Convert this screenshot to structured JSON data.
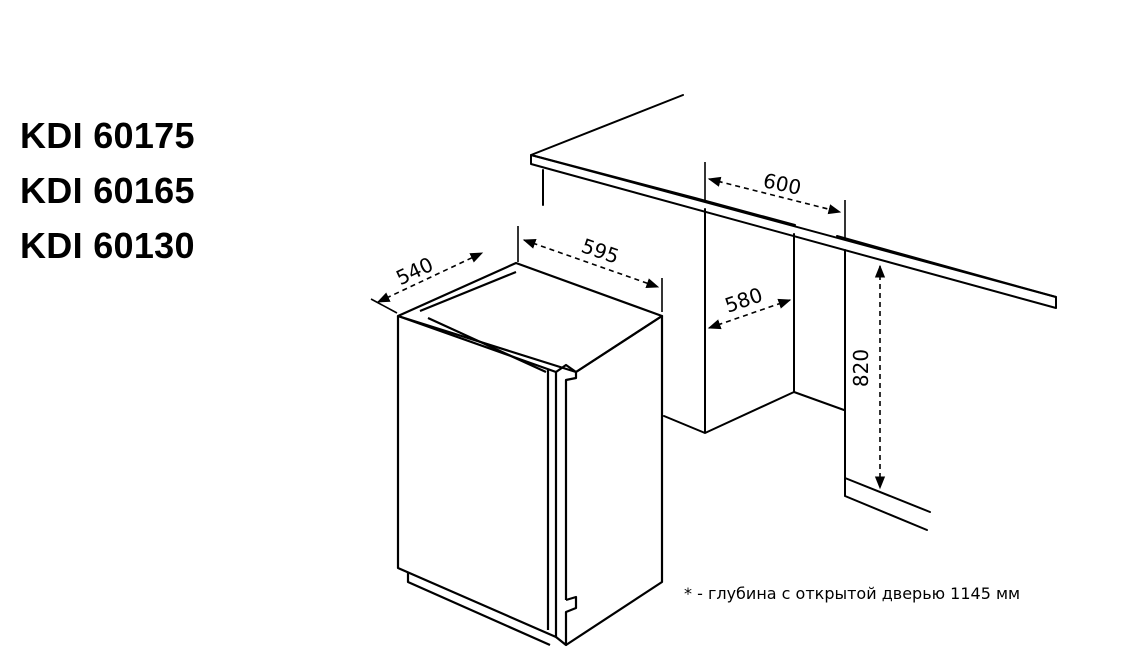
{
  "models": [
    "KDI 60175",
    "KDI 60165",
    "KDI 60130"
  ],
  "dimensions": {
    "appliance_depth": "540",
    "appliance_width": "595",
    "niche_width": "600",
    "niche_depth": "580",
    "niche_height": "820"
  },
  "units": "мм",
  "note": "* - глубина с открытой дверью 1145 мм",
  "colors": {
    "line": "#000000",
    "background": "#ffffff"
  }
}
